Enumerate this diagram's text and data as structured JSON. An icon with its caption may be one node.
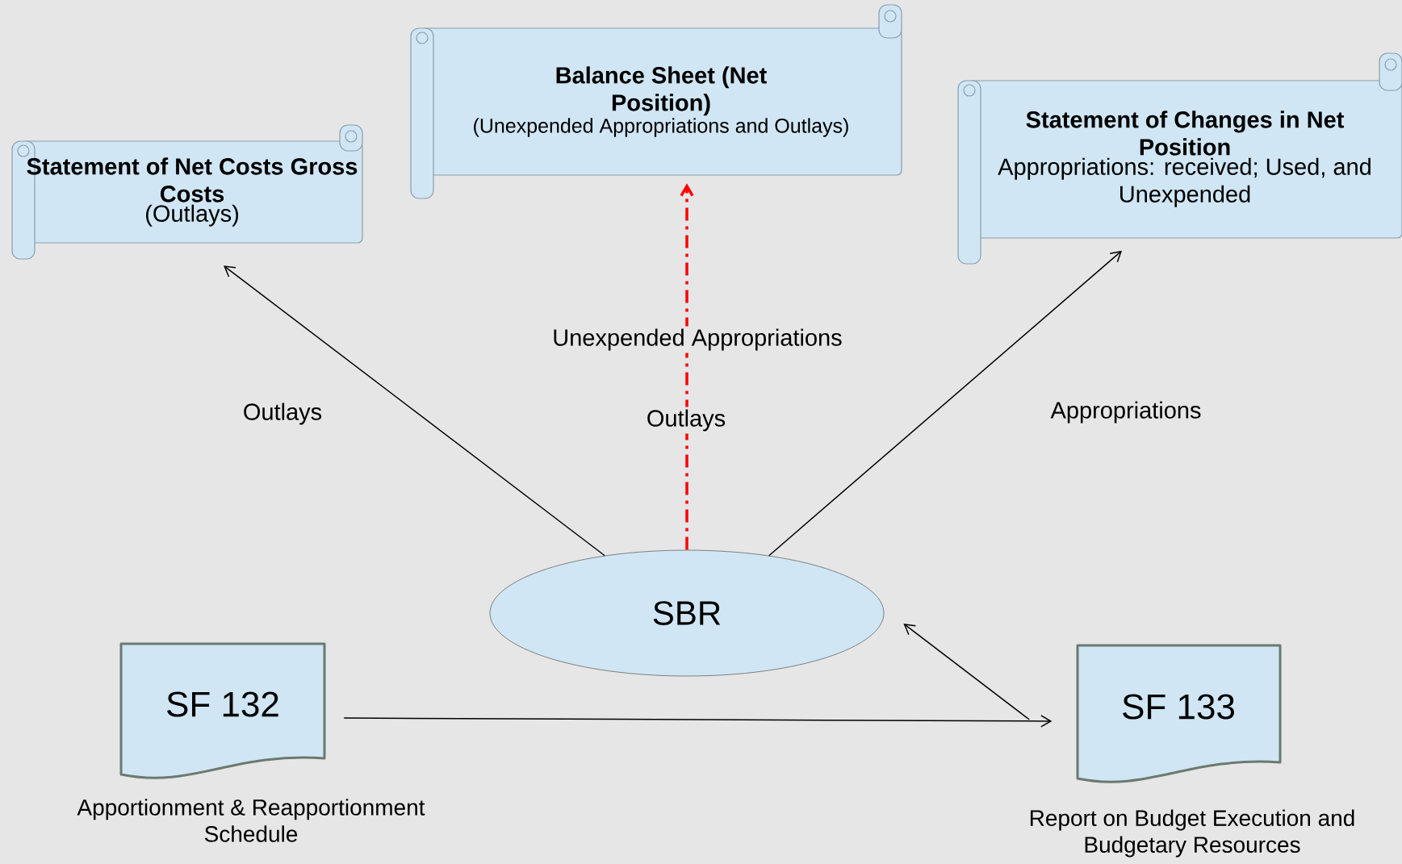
{
  "diagram": {
    "nodes": [
      {
        "text": [
          "Statement of Net Costs Gross Costs",
          "(Outlays)"
        ]
      },
      {
        "text": [
          "Balance Sheet (Net Position)",
          "(Unexpended Appropriations and Outlays)"
        ]
      },
      {
        "text": [
          "Statement of Changes in Net Position",
          "Appropriations: received; Used, and Unexpended"
        ]
      },
      {
        "text": [
          "SBR"
        ]
      },
      {
        "text": [
          "SF 132"
        ],
        "beside": [
          "Apportionment & Reapportionment Schedule"
        ]
      },
      {
        "text": [
          "SF 133"
        ],
        "beside": [
          "Report on Budget Execution and Budgetary Resources"
        ]
      }
    ],
    "edges": [
      {
        "from": 3,
        "to": 0,
        "arrow": "to",
        "label": "Outlays"
      },
      {
        "from": 3,
        "to": 1,
        "arrow": "to",
        "label": "Unexpended Appropriations",
        "style": "dashed",
        "color": "#ff0000"
      },
      {
        "from": 3,
        "to": 2,
        "arrow": "to",
        "label": "Appropriations"
      },
      {
        "from": 5,
        "to": 3,
        "arrow": "to"
      },
      {
        "from": 4,
        "to": 5,
        "arrow": "to"
      }
    ],
    "labels": [
      "Outlays"
    ]
  }
}
